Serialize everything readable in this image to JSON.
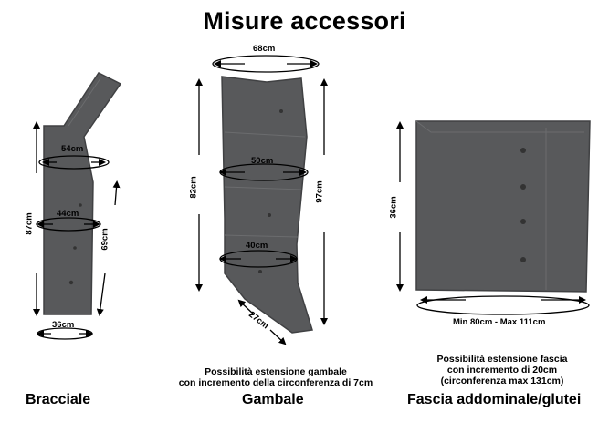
{
  "title": "Misure accessori",
  "bracciale": {
    "label": "Bracciale",
    "m_top": "54cm",
    "m_mid": "44cm",
    "m_bottom": "36cm",
    "m_length": "87cm",
    "m_inner": "69cm"
  },
  "gambale": {
    "label": "Gambale",
    "m_top": "68cm",
    "m_mid": "50cm",
    "m_low": "40cm",
    "m_foot": "27cm",
    "m_length": "82cm",
    "m_total": "97cm",
    "note_line1": "Possibilità estensione gambale",
    "note_line2": "con incremento della circonferenza di 7cm"
  },
  "fascia": {
    "label": "Fascia addominale/glutei",
    "m_height": "36cm",
    "m_width": "Min 80cm - Max 111cm",
    "note_line1": "Possibilità estensione fascia",
    "note_line2": "con incremento di 20cm",
    "note_line3": "(circonferenza max 131cm)"
  },
  "colors": {
    "fabric": "#58595b",
    "fabric_dark": "#404143",
    "seam": "#6b6c6e",
    "ink": "#000000"
  }
}
